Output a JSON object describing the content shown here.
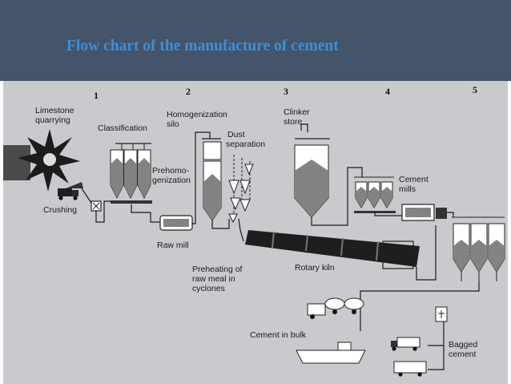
{
  "slide": {
    "title": "Flow chart of the manufacture of cement"
  },
  "diagram": {
    "stage_numbers": [
      "1",
      "2",
      "3",
      "4",
      "5"
    ],
    "labels": {
      "limestone_quarrying": [
        "Limestone",
        "quarrying"
      ],
      "crushing": "Crushing",
      "classification": "Classification",
      "homogenization_silo": [
        "Homogenization",
        "silo"
      ],
      "prehomogenization": [
        "Prehomo-",
        "genization"
      ],
      "raw_mill": "Raw mill",
      "dust_separation": [
        "Dust",
        "separation"
      ],
      "preheating": [
        "Preheating of",
        "raw meal in",
        "cyclones"
      ],
      "clinker_store": [
        "Clinker",
        "store"
      ],
      "rotary_kiln": "Rotary kiln",
      "cement_mills": [
        "Cement",
        "mills"
      ],
      "cement_in_bulk": "Cement in bulk",
      "bagged_cement": [
        "Bagged",
        "cement"
      ]
    }
  }
}
